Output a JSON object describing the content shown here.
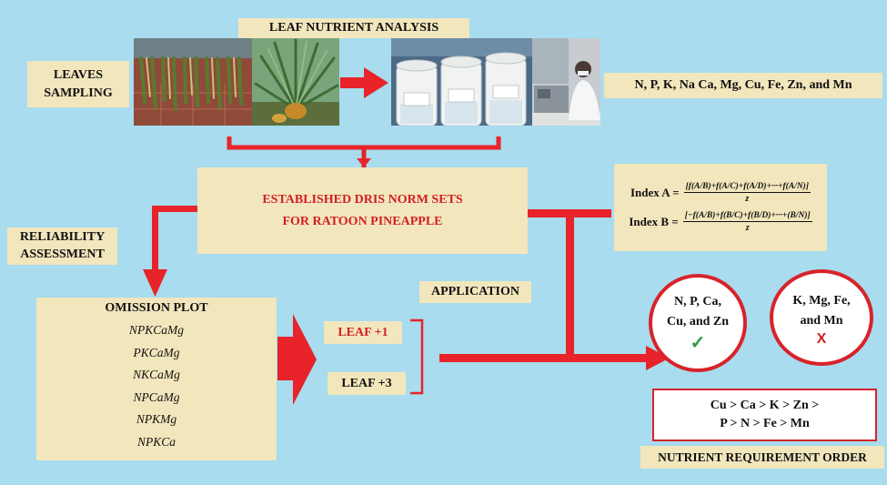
{
  "title": "LEAF NUTRIENT ANALYSIS",
  "sampling_label": "LEAVES\nSAMPLING",
  "nutrients_list": "N, P, K, Na Ca, Mg, Cu, Fe, Zn, and Mn",
  "dris_label": "ESTABLISHED DRIS NORM SETS\nFOR RATOON PINEAPPLE",
  "reliability_label": "RELIABILITY\nASSESSMENT",
  "omission": {
    "title": "OMISSION PLOT",
    "treatments": [
      "NPKCaMg",
      "PKCaMg",
      "NKCaMg",
      "NPCaMg",
      "NPKMg",
      "NPKCa"
    ]
  },
  "application_label": "APPLICATION",
  "leaf1_label": "LEAF +1",
  "leaf3_label": "LEAF +3",
  "index_a": {
    "label": "Index A =",
    "numerator": "[f(A/B)+f(A/C)+f(A/D)+···+f(A/N)]",
    "denominator": "z"
  },
  "index_b": {
    "label": "Index B =",
    "numerator": "[−f(A/B)+f(B/C)+f(B/D)+···+(B/N)]",
    "denominator": "z"
  },
  "sufficient": {
    "text": "N, P, Ca,\nCu, and Zn",
    "mark": "✓"
  },
  "deficient": {
    "text": "K, Mg, Fe,\nand Mn",
    "mark": "X"
  },
  "requirement_order": "Cu > Ca > K > Zn >\nP > N > Fe > Mn",
  "requirement_label": "NUTRIENT REQUIREMENT ORDER",
  "colors": {
    "arrow": "#e8232a",
    "box": "#f2e6bd",
    "background": "#a8dcee",
    "check": "#2e9b3a",
    "red_text": "#d21f26"
  },
  "icons": [
    "leaves-photo",
    "pineapple-photo",
    "sample-jars-photo",
    "lab-analyst-photo",
    "check-icon",
    "cross-icon"
  ]
}
